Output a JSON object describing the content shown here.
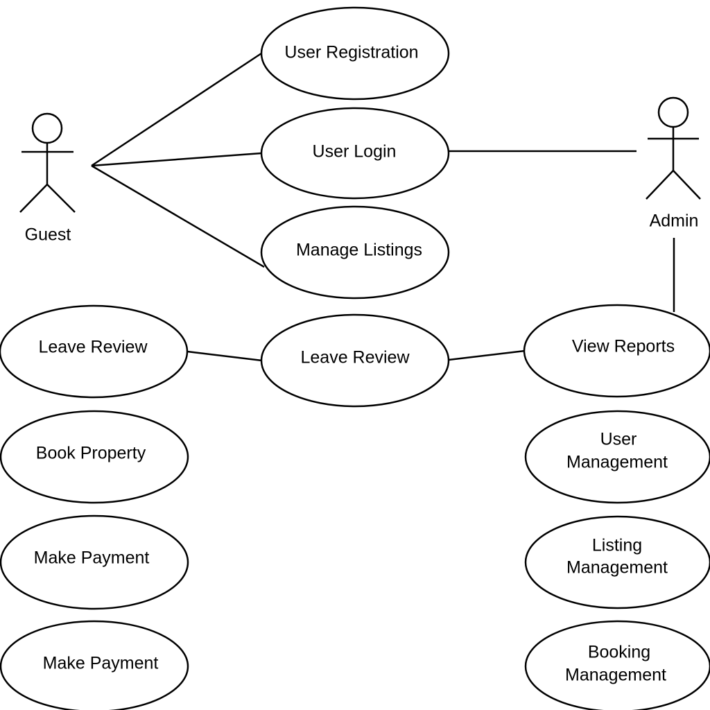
{
  "actors": {
    "guest": {
      "name": "Guest"
    },
    "admin": {
      "name": "Admin"
    }
  },
  "use_cases": {
    "user_registration": {
      "lines": [
        "User Registration"
      ]
    },
    "user_login": {
      "lines": [
        "User Login"
      ]
    },
    "manage_listings": {
      "lines": [
        "Manage Listings"
      ]
    },
    "leave_review_left": {
      "lines": [
        "Leave Review"
      ]
    },
    "leave_review_center": {
      "lines": [
        "Leave Review"
      ]
    },
    "view_reports": {
      "lines": [
        "View Reports"
      ]
    },
    "book_property": {
      "lines": [
        "Book Property"
      ]
    },
    "make_payment_1": {
      "lines": [
        "Make Payment"
      ]
    },
    "make_payment_2": {
      "lines": [
        "Make Payment"
      ]
    },
    "user_management": {
      "lines": [
        "User",
        "Management"
      ]
    },
    "listing_management": {
      "lines": [
        "Listing",
        "Management"
      ]
    },
    "booking_management": {
      "lines": [
        "Booking",
        "Management"
      ]
    }
  },
  "associations": [
    {
      "from": "guest",
      "to": "user_registration"
    },
    {
      "from": "guest",
      "to": "user_login"
    },
    {
      "from": "guest",
      "to": "manage_listings"
    },
    {
      "from": "admin",
      "to": "user_login"
    },
    {
      "from": "admin",
      "to": "view_reports"
    },
    {
      "from": "leave_review_left",
      "to": "leave_review_center"
    },
    {
      "from": "leave_review_center",
      "to": "view_reports"
    }
  ]
}
